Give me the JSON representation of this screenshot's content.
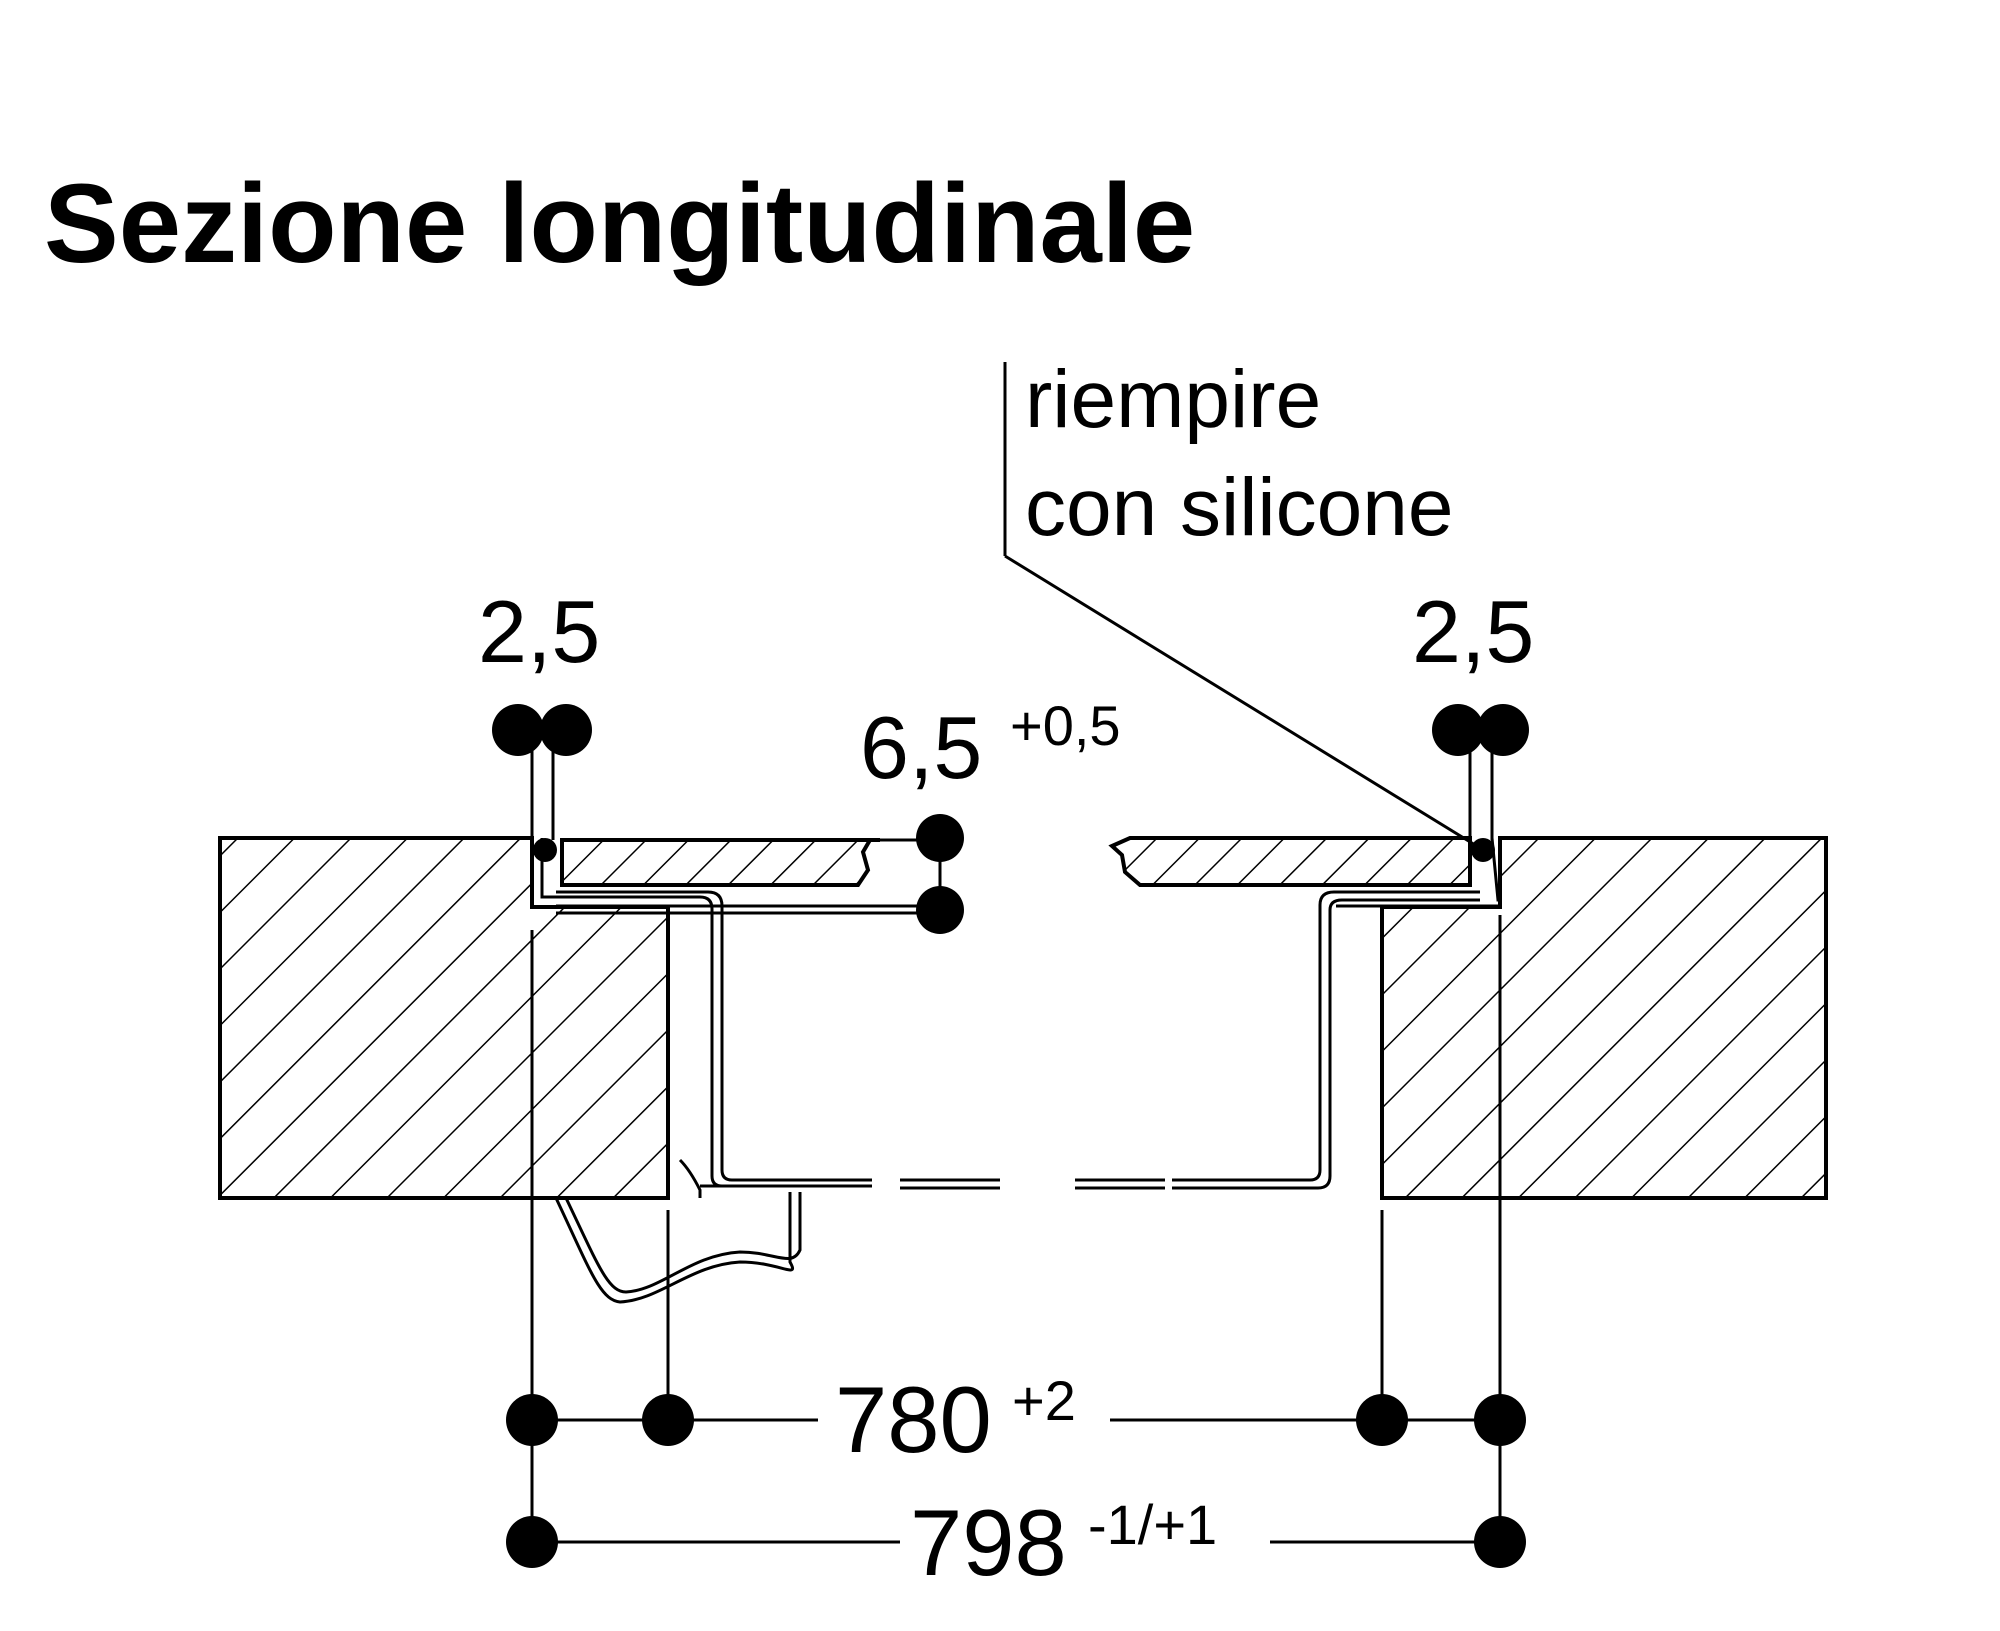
{
  "title": "Sezione longitudinale",
  "note": {
    "line1": "riempire",
    "line2": "con silicone"
  },
  "dimensions": {
    "gap_left": "2,5",
    "gap_right": "2,5",
    "height_value": "6,5",
    "height_tolerance": "+0,5",
    "cutout_value": "780",
    "cutout_tolerance": "+2",
    "recess_value": "798",
    "recess_tolerance": "-1/+1"
  }
}
